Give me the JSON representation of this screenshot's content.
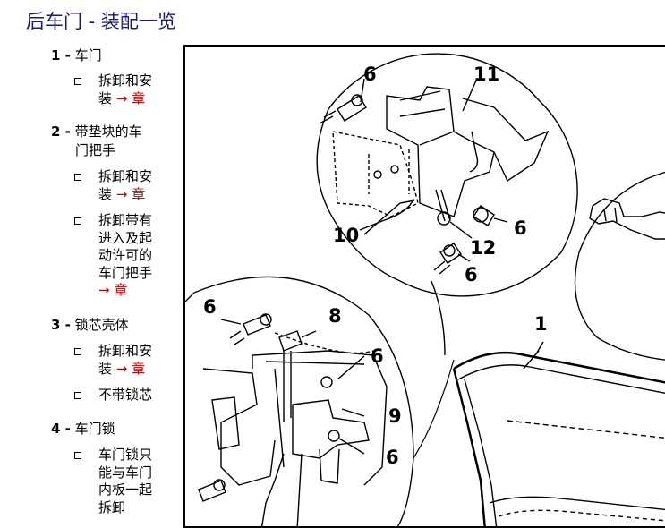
{
  "page": {
    "title": "后车门 - 装配一览"
  },
  "items": [
    {
      "num": "1 -",
      "label": "车门",
      "subs": [
        {
          "lines": [
            "拆卸和安",
            "装"
          ],
          "link": "→ 章"
        }
      ]
    },
    {
      "num": "2 -",
      "label_lines": [
        "带垫块的车",
        "门把手"
      ],
      "subs": [
        {
          "lines": [
            "拆卸和安",
            "装"
          ],
          "link": "→ 章"
        },
        {
          "lines": [
            "拆卸带有",
            "进入及起",
            "动许可的",
            "车门把手"
          ],
          "link": "→ 章"
        }
      ]
    },
    {
      "num": "3 -",
      "label": "锁芯壳体",
      "subs": [
        {
          "lines": [
            "拆卸和安",
            "装"
          ],
          "link": "→ 章"
        },
        {
          "lines": [
            "不带锁芯"
          ]
        }
      ]
    },
    {
      "num": "4 -",
      "label": "车门锁",
      "subs": [
        {
          "lines": [
            "车门锁只",
            "能与车门",
            "内板一起",
            "拆卸"
          ]
        }
      ]
    }
  ],
  "figure": {
    "callouts": [
      "6",
      "11",
      "10",
      "12",
      "6",
      "6",
      "6",
      "8",
      "6",
      "9",
      "6",
      "1"
    ]
  },
  "colors": {
    "title": "#1a1a7a",
    "link": "#cc0000"
  }
}
